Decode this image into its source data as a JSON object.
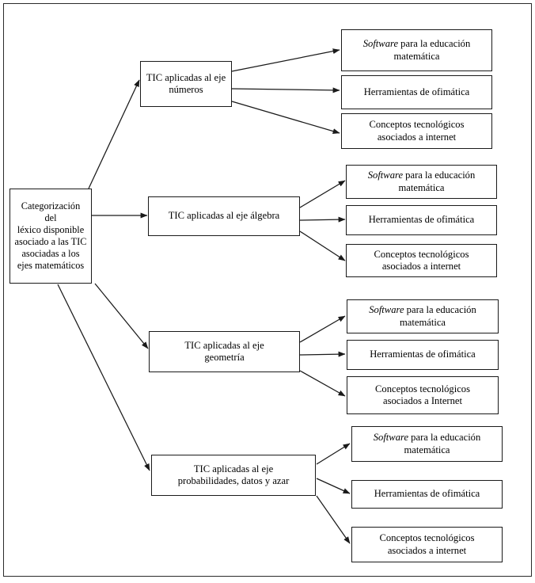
{
  "diagram": {
    "title": "Categorización del léxico disponible asociado a las TIC asociadas a los ejes matemáticos",
    "type": "tree",
    "colors": {
      "box_border": "#1a1a1a",
      "frame_border": "#2b2b2b",
      "background": "#ffffff",
      "connector": "#1a1a1a",
      "text": "#000000"
    },
    "root": {
      "id": "root",
      "label": "Categorización\ndel\nléxico disponible\nasociado a las TIC\nasociadas a los\nejes matemáticos"
    },
    "branches": [
      {
        "id": "numeros",
        "label": "TIC aplicadas al eje números",
        "leaves": [
          {
            "id": "numeros-software",
            "emphasis": "Software",
            "rest": " para la educación\nmatemática"
          },
          {
            "id": "numeros-ofimatica",
            "label": "Herramientas de ofimática"
          },
          {
            "id": "numeros-internet",
            "label": "Conceptos tecnológicos\nasociados a internet"
          }
        ]
      },
      {
        "id": "algebra",
        "label": "TIC aplicadas al eje álgebra",
        "leaves": [
          {
            "id": "algebra-software",
            "emphasis": "Software",
            "rest": " para la educación\nmatemática"
          },
          {
            "id": "algebra-ofimatica",
            "label": "Herramientas de ofimática"
          },
          {
            "id": "algebra-internet",
            "label": "Conceptos tecnológicos\nasociados a internet"
          }
        ]
      },
      {
        "id": "geometria",
        "label": "TIC aplicadas al eje\ngeometría",
        "leaves": [
          {
            "id": "geometria-software",
            "emphasis": "Software",
            "rest": " para la educación\nmatemática"
          },
          {
            "id": "geometria-ofimatica",
            "label": "Herramientas de ofimática"
          },
          {
            "id": "geometria-internet",
            "label": "Conceptos tecnológicos\nasociados a Internet"
          }
        ]
      },
      {
        "id": "probabilidades",
        "label": "TIC aplicadas al eje\nprobabilidades, datos y azar",
        "leaves": [
          {
            "id": "probabilidades-software",
            "emphasis": "Software",
            "rest": " para la educación\nmatemática"
          },
          {
            "id": "probabilidades-ofimatica",
            "label": "Herramientas de ofimática"
          },
          {
            "id": "probabilidades-internet",
            "label": "Conceptos tecnológicos\nasociados a internet"
          }
        ]
      }
    ]
  }
}
